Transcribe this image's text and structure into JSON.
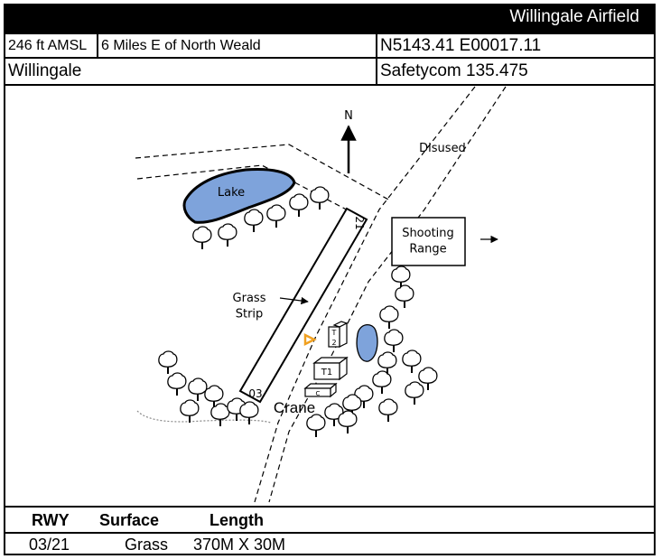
{
  "header": {
    "title": "Willingale Airfield",
    "elevation": "246 ft AMSL",
    "location": "6 Miles E of North Weald",
    "coordinates": "N5143.41 E00017.11",
    "name": "Willingale",
    "radio": "Safetycom 135.475"
  },
  "diagram": {
    "north_label": "N",
    "lake_label": "Lake",
    "disused_label": "Disused",
    "shooting_range_label": "Shooting\nRange",
    "grass_strip_label": "Grass\nStrip",
    "runway_end_21": "21",
    "runway_end_03": "03",
    "crane_label": "Crane",
    "building_t1": "T1",
    "building_t2": "T\n2",
    "building_c": "C",
    "colors": {
      "water": "#7ea3db",
      "windsock": "#f0a020"
    }
  },
  "runway_table": {
    "headers": [
      "RWY",
      "Surface",
      "Length"
    ],
    "rows": [
      [
        "03/21",
        "Grass",
        "370M X 30M"
      ]
    ]
  }
}
